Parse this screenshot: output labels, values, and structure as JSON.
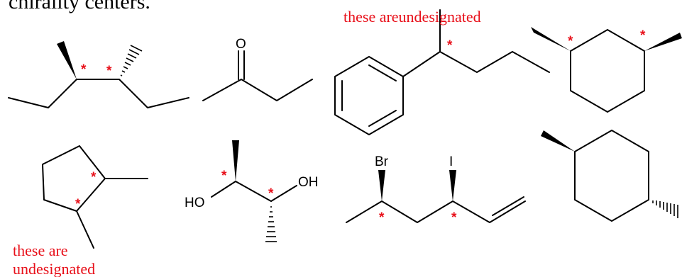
{
  "header_fragment": "chirality centers.",
  "notes": {
    "phenyl": "these areundesignated",
    "cyclopentane_line1": "these are",
    "cyclopentane_line2": "undesignated"
  },
  "atom_labels": {
    "carbonyl_oxygen": "O",
    "hydroxyl_left": "HO",
    "hydroxyl_right": "OH",
    "bromine": "Br",
    "iodine": "I"
  },
  "chirality_marker": "*",
  "colors": {
    "annotation": "#e8101a",
    "bond": "#000000",
    "background": "#ffffff"
  }
}
